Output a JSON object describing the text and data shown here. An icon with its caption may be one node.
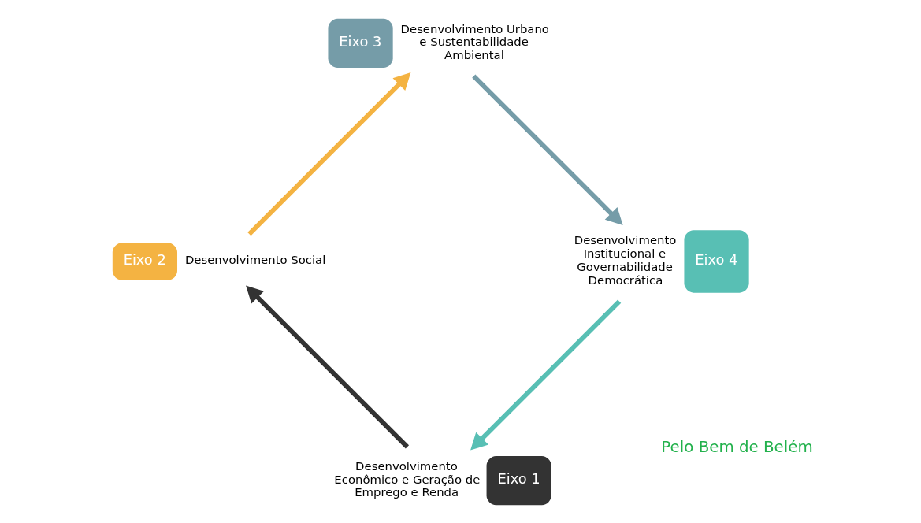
{
  "diagram": {
    "nodes": [
      {
        "text": [
          "Pelo Bem de Belém"
        ]
      },
      {
        "text": [
          "Eixo 1"
        ],
        "beside": [
          "Desenvolvimento Econômico e Geração de Emprego e Renda"
        ]
      },
      {
        "text": [
          "Eixo 2"
        ],
        "beside": [
          "Desenvolvimento Social"
        ]
      },
      {
        "text": [
          "Eixo 3"
        ],
        "beside": [
          "Desenvolvimento Urbano e Sustentabilidade Ambiental"
        ]
      },
      {
        "text": [
          "Eixo 4"
        ],
        "beside": [
          "Desenvolvimento Institucional e Governabilidade Democrática"
        ]
      }
    ],
    "edges": [
      {
        "from": 1,
        "to": 2,
        "arrow": "to",
        "color": "#333333"
      },
      {
        "from": 2,
        "to": 3,
        "arrow": "to",
        "color": "#f4b342"
      },
      {
        "from": 3,
        "to": 4,
        "arrow": "to",
        "color": "#759ca8"
      },
      {
        "from": 4,
        "to": 1,
        "arrow": "to",
        "color": "#58bfb4"
      }
    ]
  }
}
